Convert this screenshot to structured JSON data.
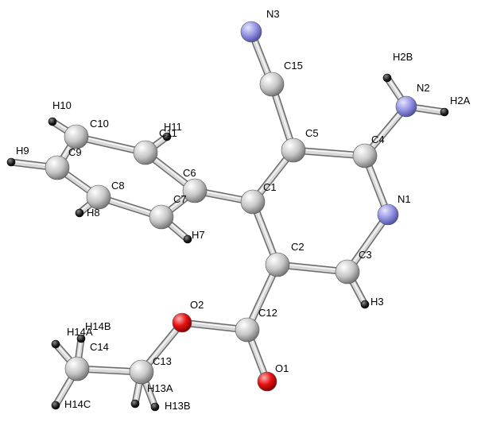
{
  "molecule": {
    "atoms": [
      {
        "id": "N3",
        "element": "N",
        "label": "N3"
      },
      {
        "id": "C15",
        "element": "C",
        "label": "C15"
      },
      {
        "id": "C5",
        "element": "C",
        "label": "C5"
      },
      {
        "id": "C4",
        "element": "C",
        "label": "C4"
      },
      {
        "id": "N2",
        "element": "N",
        "label": "N2"
      },
      {
        "id": "H2B",
        "element": "H",
        "label": "H2B"
      },
      {
        "id": "H2A",
        "element": "H",
        "label": "H2A"
      },
      {
        "id": "N1",
        "element": "N",
        "label": "N1"
      },
      {
        "id": "C1",
        "element": "C",
        "label": "C1"
      },
      {
        "id": "C2",
        "element": "C",
        "label": "C2"
      },
      {
        "id": "C3",
        "element": "C",
        "label": "C3"
      },
      {
        "id": "H3",
        "element": "H",
        "label": "H3"
      },
      {
        "id": "C6",
        "element": "C",
        "label": "C6"
      },
      {
        "id": "C7",
        "element": "C",
        "label": "C7"
      },
      {
        "id": "H7",
        "element": "H",
        "label": "H7"
      },
      {
        "id": "C8",
        "element": "C",
        "label": "C8"
      },
      {
        "id": "H8",
        "element": "H",
        "label": "H8"
      },
      {
        "id": "C9",
        "element": "C",
        "label": "C9"
      },
      {
        "id": "H9",
        "element": "H",
        "label": "H9"
      },
      {
        "id": "C10",
        "element": "C",
        "label": "C10"
      },
      {
        "id": "H10",
        "element": "H",
        "label": "H10"
      },
      {
        "id": "C11",
        "element": "C",
        "label": "C11"
      },
      {
        "id": "H11",
        "element": "H",
        "label": "H11"
      },
      {
        "id": "C12",
        "element": "C",
        "label": "C12"
      },
      {
        "id": "O1",
        "element": "O",
        "label": "O1"
      },
      {
        "id": "O2",
        "element": "O",
        "label": "O2"
      },
      {
        "id": "C13",
        "element": "C",
        "label": "C13"
      },
      {
        "id": "H13A",
        "element": "H",
        "label": "H13A"
      },
      {
        "id": "H13B",
        "element": "H",
        "label": "H13B"
      },
      {
        "id": "C14",
        "element": "C",
        "label": "C14"
      },
      {
        "id": "H14A",
        "element": "H",
        "label": "H14A"
      },
      {
        "id": "H14B",
        "element": "H",
        "label": "H14B"
      },
      {
        "id": "H14C",
        "element": "H",
        "label": "H14C"
      }
    ],
    "bonds": [
      [
        "N3",
        "C15"
      ],
      [
        "C15",
        "C5"
      ],
      [
        "C5",
        "C4"
      ],
      [
        "C5",
        "C1"
      ],
      [
        "C4",
        "N2"
      ],
      [
        "N2",
        "H2B"
      ],
      [
        "N2",
        "H2A"
      ],
      [
        "C4",
        "N1"
      ],
      [
        "N1",
        "C3"
      ],
      [
        "C3",
        "C2"
      ],
      [
        "C3",
        "H3"
      ],
      [
        "C2",
        "C1"
      ],
      [
        "C1",
        "C6"
      ],
      [
        "C6",
        "C11"
      ],
      [
        "C6",
        "C7"
      ],
      [
        "C7",
        "H7"
      ],
      [
        "C7",
        "C8"
      ],
      [
        "C8",
        "H8"
      ],
      [
        "C8",
        "C9"
      ],
      [
        "C9",
        "H9"
      ],
      [
        "C9",
        "C10"
      ],
      [
        "C10",
        "H10"
      ],
      [
        "C10",
        "C11"
      ],
      [
        "C11",
        "H11"
      ],
      [
        "C2",
        "C12"
      ],
      [
        "C12",
        "O1"
      ],
      [
        "C12",
        "O2"
      ],
      [
        "O2",
        "C13"
      ],
      [
        "C13",
        "H13A"
      ],
      [
        "C13",
        "H13B"
      ],
      [
        "C13",
        "C14"
      ],
      [
        "C14",
        "H14A"
      ],
      [
        "C14",
        "H14B"
      ],
      [
        "C14",
        "H14C"
      ]
    ],
    "element_colors": {
      "C": "#c8c8c8",
      "N": "#8c8cdc",
      "O": "#e01010",
      "H": "#1a1a1a"
    },
    "bond_color": "#d8d8d8"
  }
}
